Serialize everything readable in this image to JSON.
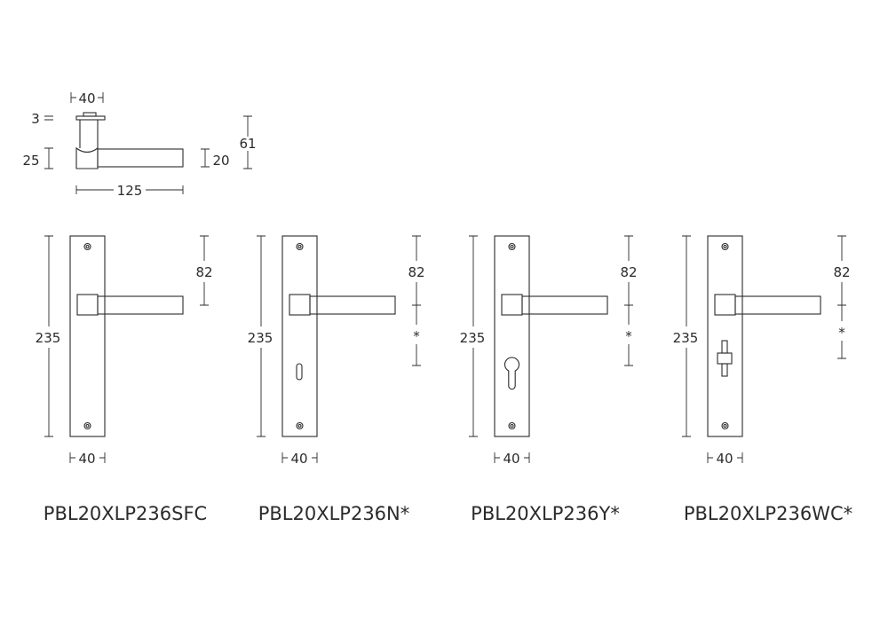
{
  "side_view": {
    "plate_width": "40",
    "rose_thickness": "3",
    "neck_height": "25",
    "lever_height": "20",
    "total_height": "61",
    "lever_length": "125"
  },
  "products": [
    {
      "model": "PBL20XLP236SFC",
      "height": "235",
      "width": "40",
      "lever_dim": "82",
      "center_dim": "",
      "cutout": "none"
    },
    {
      "model": "PBL20XLP236N*",
      "height": "235",
      "width": "40",
      "lever_dim": "82",
      "center_dim": "*",
      "cutout": "keyhole"
    },
    {
      "model": "PBL20XLP236Y*",
      "height": "235",
      "width": "40",
      "lever_dim": "82",
      "center_dim": "*",
      "cutout": "cylinder"
    },
    {
      "model": "PBL20XLP236WC*",
      "height": "235",
      "width": "40",
      "lever_dim": "82",
      "center_dim": "*",
      "cutout": "wc-turn"
    }
  ]
}
